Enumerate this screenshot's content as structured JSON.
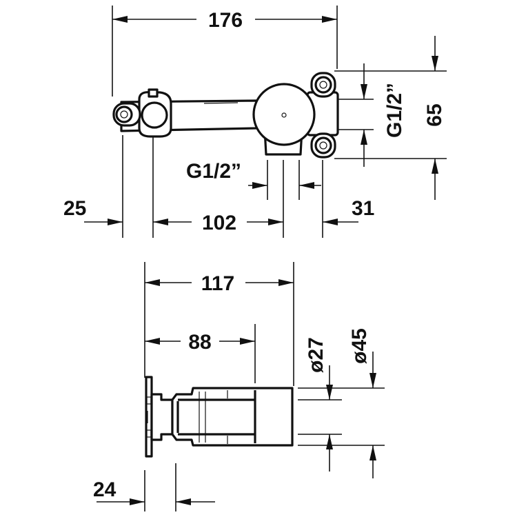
{
  "top_view": {
    "overall_width": "176",
    "height": "65",
    "thread_right": "G1/2”",
    "thread_bottom": "G1/2”",
    "offset_left": "25",
    "center_distance": "102",
    "offset_right": "31"
  },
  "side_view": {
    "total_depth": "117",
    "depth_to_face": "88",
    "diameter_small": "ø27",
    "diameter_large": "ø45",
    "flange_offset": "24"
  }
}
